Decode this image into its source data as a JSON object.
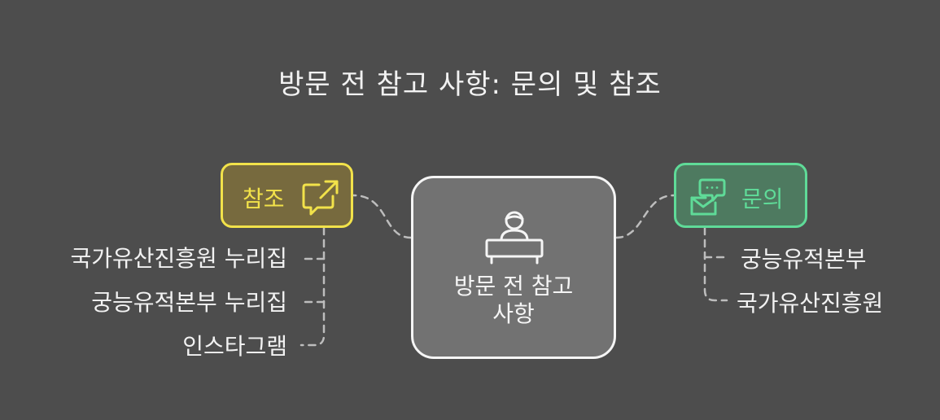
{
  "title": "방문 전 참고 사항: 문의 및 참조",
  "center": {
    "label_line1": "방문 전 참고",
    "label_line2": "사항",
    "icon": "person-at-desk-icon"
  },
  "reference": {
    "label": "참조",
    "icon": "external-link-chat-icon",
    "items": [
      "국가유산진흥원 누리집",
      "궁능유적본부 누리집",
      "인스타그램"
    ]
  },
  "inquiry": {
    "label": "문의",
    "icon": "chat-envelope-icon",
    "items": [
      "궁능유적본부",
      "국가유산진흥원"
    ]
  },
  "colors": {
    "background": "#4d4d4d",
    "reference_border": "#f2e24a",
    "reference_fill": "#776a3e",
    "inquiry_border": "#5fdb98",
    "inquiry_fill": "#4e7a60",
    "center_fill": "#727272",
    "connector": "#bdbdbd"
  }
}
